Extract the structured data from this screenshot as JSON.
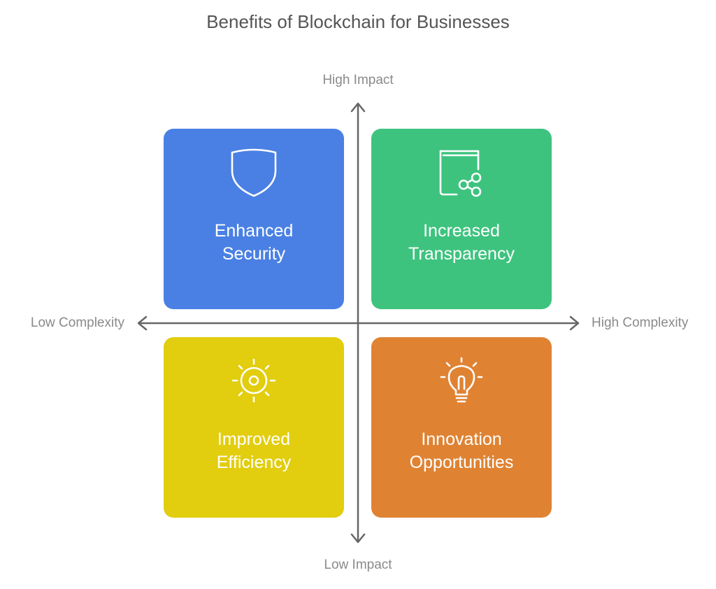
{
  "title": "Benefits of Blockchain for Businesses",
  "axes": {
    "top": "High Impact",
    "bottom": "Low Impact",
    "left": "Low Complexity",
    "right": "High Complexity"
  },
  "quadrants": [
    {
      "label": "Enhanced\nSecurity",
      "icon": "shield-icon",
      "color": "#4a80e4"
    },
    {
      "label": "Increased\nTransparency",
      "icon": "ledger-share-icon",
      "color": "#3ec37f"
    },
    {
      "label": "Improved\nEfficiency",
      "icon": "sun-gear-icon",
      "color": "#e2cd0e"
    },
    {
      "label": "Innovation\nOpportunities",
      "icon": "lightbulb-icon",
      "color": "#df8333"
    }
  ]
}
